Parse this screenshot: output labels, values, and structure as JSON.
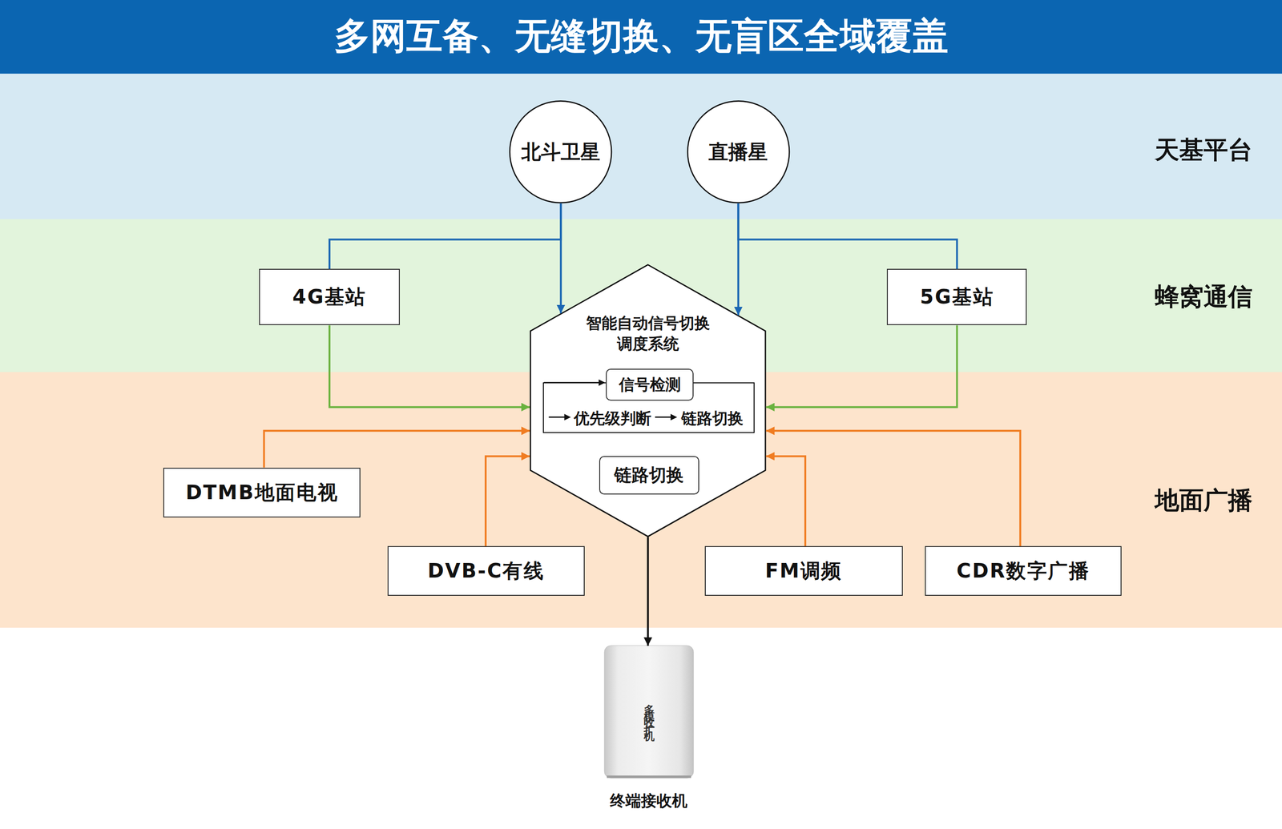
{
  "diagram": {
    "title": "多网互备、无缝切换、无盲区全域覆盖",
    "nodes": [
      {
        "text": [
          "天基平台"
        ]
      },
      {
        "text": [
          "北斗卫星"
        ],
        "in": 0
      },
      {
        "text": [
          "直播星"
        ],
        "in": 0
      },
      {
        "text": [
          "蜂窝通信"
        ]
      },
      {
        "text": [
          "4G基站"
        ],
        "in": 3
      },
      {
        "text": [
          "5G基站"
        ],
        "in": 3
      },
      {
        "text": [
          "地面广播"
        ]
      },
      {
        "text": [
          "DTMB地面电视"
        ],
        "in": 6
      },
      {
        "text": [
          "DVB-C有线"
        ],
        "in": 6
      },
      {
        "text": [
          "FM调频"
        ],
        "in": 6
      },
      {
        "text": [
          "CDR数字广播"
        ],
        "in": 6
      },
      {
        "text": [
          "智能自动信号切换 调度系统"
        ]
      },
      {
        "text": [
          "优先级判断",
          "链路切换"
        ],
        "in": 11
      },
      {
        "text": [
          "信号检测"
        ],
        "in": 12
      },
      {
        "text": [
          "链路切换"
        ],
        "in": 11
      },
      {
        "text": [
          "多模收扩机",
          "终端接收机"
        ]
      }
    ],
    "edges": [
      {
        "from": 1,
        "to": 11,
        "arrow": "to"
      },
      {
        "from": 1,
        "to": 4,
        "arrow": "none"
      },
      {
        "from": 2,
        "to": 11,
        "arrow": "to"
      },
      {
        "from": 2,
        "to": 5,
        "arrow": "none"
      },
      {
        "from": 4,
        "to": 11,
        "arrow": "to"
      },
      {
        "from": 5,
        "to": 11,
        "arrow": "to"
      },
      {
        "from": 7,
        "to": 11,
        "arrow": "to"
      },
      {
        "from": 8,
        "to": 11,
        "arrow": "to"
      },
      {
        "from": 9,
        "to": 11,
        "arrow": "to"
      },
      {
        "from": 10,
        "to": 11,
        "arrow": "to"
      },
      {
        "from": 11,
        "to": 15,
        "arrow": "to"
      }
    ]
  }
}
